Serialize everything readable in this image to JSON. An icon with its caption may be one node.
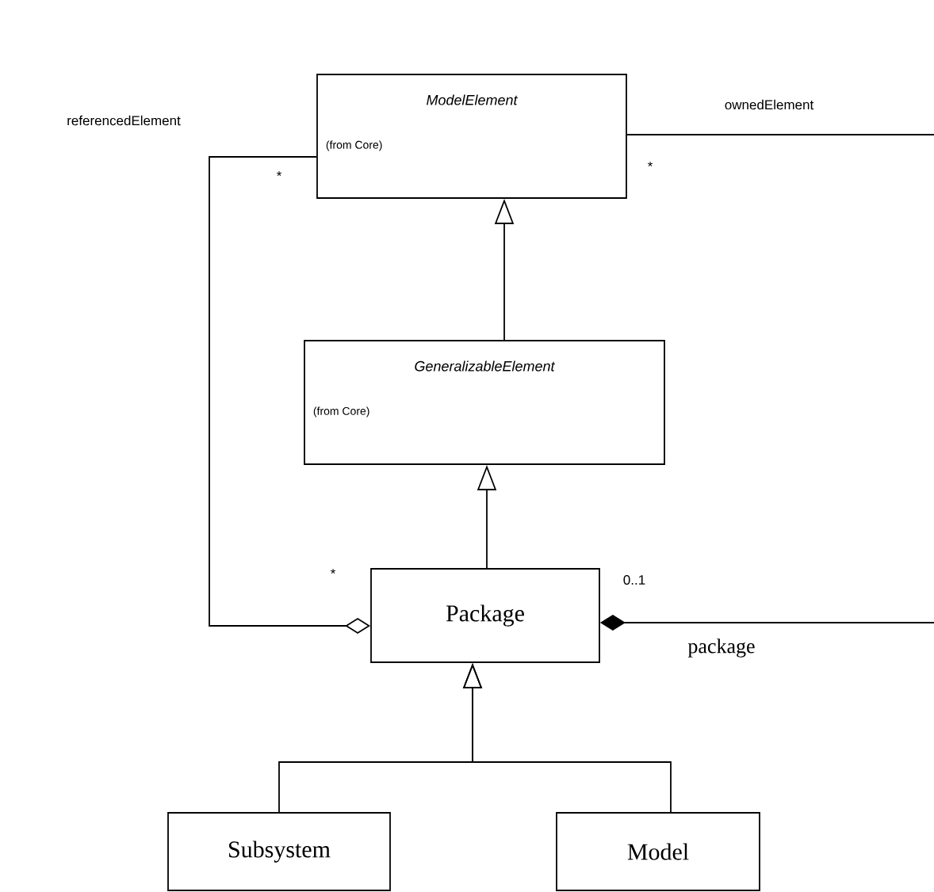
{
  "diagram": {
    "nodes": [
      {
        "text": [
          "ModelElement",
          "(from Core)"
        ]
      },
      {
        "text": [
          "GeneralizableElement",
          "(from Core)"
        ]
      },
      {
        "text": [
          "Package"
        ]
      },
      {
        "text": [
          "Subsystem"
        ]
      },
      {
        "text": [
          "Model"
        ]
      }
    ],
    "edges": [
      {
        "from": 1,
        "to": 0,
        "arrow": "to"
      },
      {
        "from": 2,
        "to": 1,
        "arrow": "to"
      },
      {
        "from": 3,
        "to": 2,
        "arrow": "to"
      },
      {
        "from": 4,
        "to": 2,
        "arrow": "to"
      },
      {
        "from": 0,
        "to": 2,
        "arrow": "other"
      },
      {
        "from": 0,
        "to": null,
        "arrow": "none"
      },
      {
        "from": 2,
        "to": null,
        "arrow": "other"
      }
    ],
    "labels": [
      "referencedElement",
      "ownedElement",
      "*",
      "*",
      "*",
      "0..1",
      "package"
    ]
  }
}
